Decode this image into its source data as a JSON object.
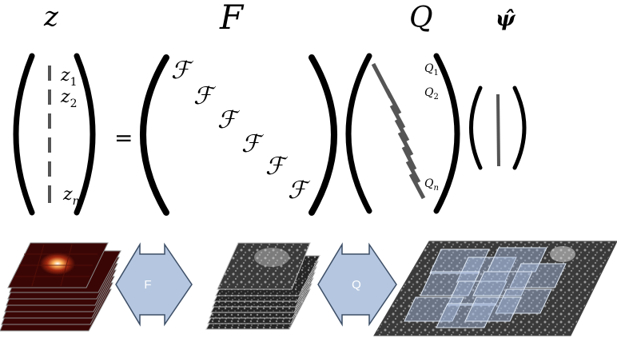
{
  "equation": {
    "z_label": "z",
    "F_label": "F",
    "Q_label": "Q",
    "psi_label": "ψ̂",
    "equals": "=",
    "z_entries": [
      "z1",
      "z2",
      "zn"
    ],
    "z_entry_base": [
      "z",
      "z",
      "z"
    ],
    "z_entry_sub": [
      "1",
      "2",
      "n"
    ],
    "F_diagonal_symbol": "ℱ",
    "Q_entry_base": [
      "Q",
      "Q",
      "Q"
    ],
    "Q_entry_sub": [
      "1",
      "2",
      "n"
    ]
  },
  "arrows": {
    "F_label": "F",
    "Q_label": "Q",
    "fill_color": "#b5c7e0",
    "stroke_color": "#3c4e66"
  },
  "colors": {
    "dash": "#555555",
    "diffraction_frame": "#3a0605",
    "object_frame": "#1d1d1d",
    "overlap_patch": "#a8bde0"
  }
}
